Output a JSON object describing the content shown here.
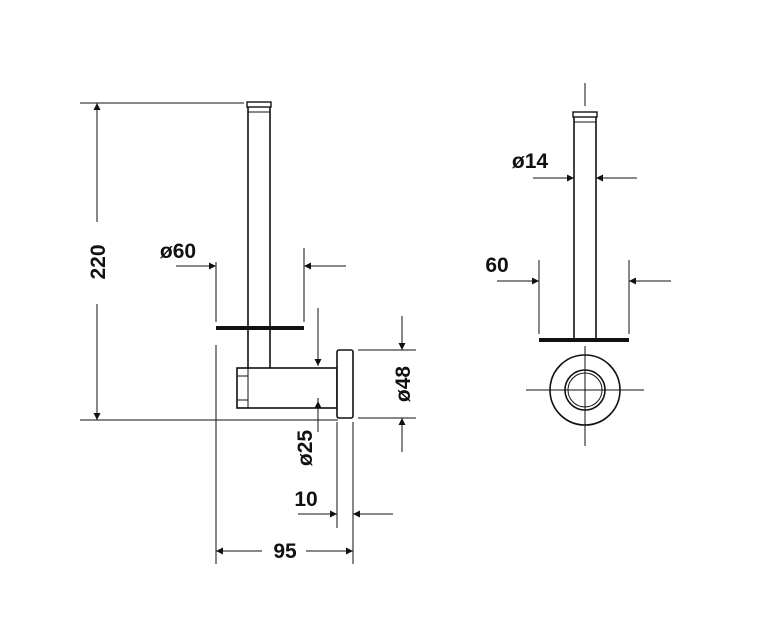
{
  "dimensions": {
    "height_total": "220",
    "dia_plate_side": "ø60",
    "dia_base": "ø48",
    "dia_arm": "ø25",
    "plate_thickness": "10",
    "depth": "95",
    "dia_rod": "ø14",
    "plate_width_front": "60"
  },
  "colors": {
    "line": "#111111",
    "background": "#ffffff"
  }
}
